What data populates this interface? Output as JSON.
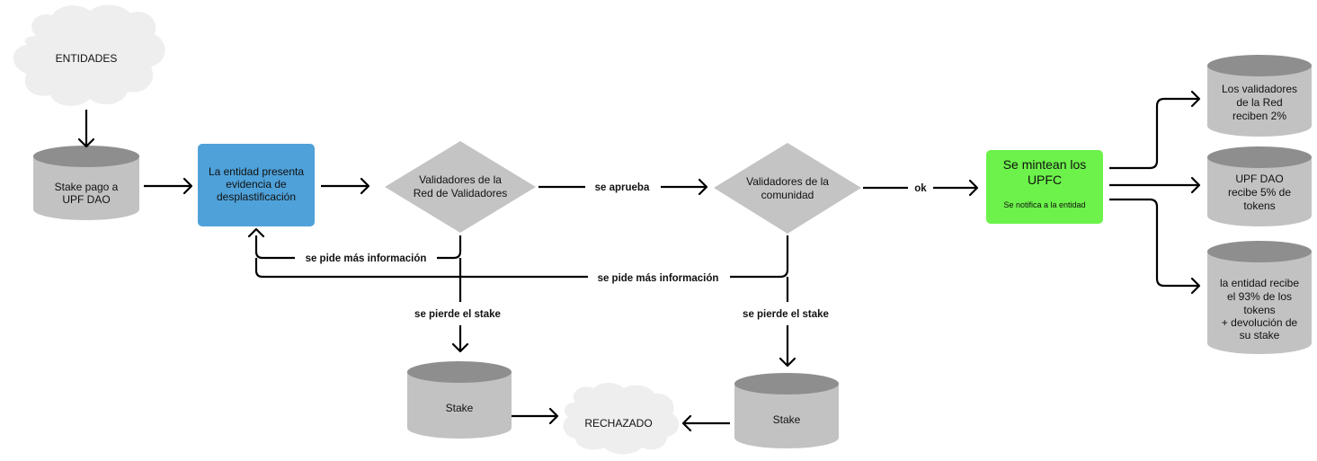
{
  "nodes": {
    "entidades": "ENTIDADES",
    "stake_pago": [
      "Stake pago a",
      "UPF DAO"
    ],
    "entidad_presenta": [
      "La entidad presenta",
      "evidencia de",
      "desplastificación"
    ],
    "validadores_red": [
      "Validadores de la",
      "Red de Validadores"
    ],
    "validadores_comunidad": [
      "Validadores de la",
      "comunidad"
    ],
    "se_mintean": [
      "Se mintean los",
      "UPFC"
    ],
    "se_notifica": "Se notifica a la entidad",
    "stake_1": "Stake",
    "stake_2": "Stake",
    "rechazado": "RECHAZADO",
    "validadores_reciben": [
      "Los validadores",
      "de la Red",
      "reciben 2%"
    ],
    "upf_dao_recibe": [
      "UPF DAO",
      "recibe 5% de",
      "tokens"
    ],
    "entidad_recibe": [
      "la entidad recibe",
      "el 93% de los",
      "tokens",
      "+ devolución de",
      "su stake"
    ]
  },
  "edges": {
    "se_aprueba": "se aprueba",
    "ok": "ok",
    "mas_info_1": "se pide más información",
    "mas_info_2": "se pide más información",
    "pierde_stake_1": "se pierde el stake",
    "pierde_stake_2": "se pierde el stake"
  },
  "colors": {
    "blue_box": "#4ea1d9",
    "green_box": "#6cf24a",
    "gray_shape": "#c2c2c2",
    "cylinder_top": "#8e8e8e",
    "cloud": "#eeeeee"
  }
}
